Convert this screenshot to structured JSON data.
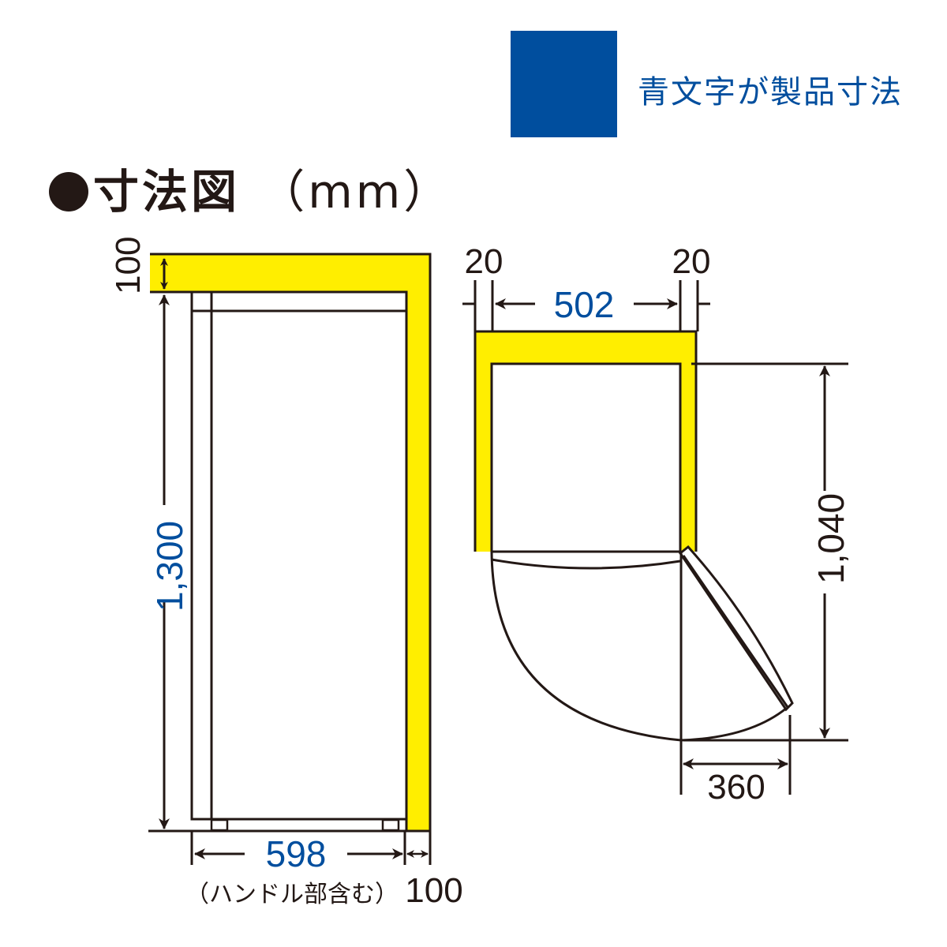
{
  "colors": {
    "product_blue": "#004E9E",
    "clearance_yellow": "#FFEE00",
    "line": "#231815",
    "background": "#FFFFFF"
  },
  "legend": {
    "swatch_color": "#004E9E",
    "label": "青文字が製品寸法"
  },
  "title": {
    "bullet": "●",
    "text": "寸法図",
    "unit": "（mm）"
  },
  "side_view": {
    "top_clearance": "100",
    "height": "1,300",
    "width": "598",
    "width_note": "（ハンドル部含む）",
    "side_clearance": "100"
  },
  "top_view": {
    "left_clearance": "20",
    "right_clearance": "20",
    "width": "502",
    "depth_with_door": "1,040",
    "door_swing": "360"
  }
}
